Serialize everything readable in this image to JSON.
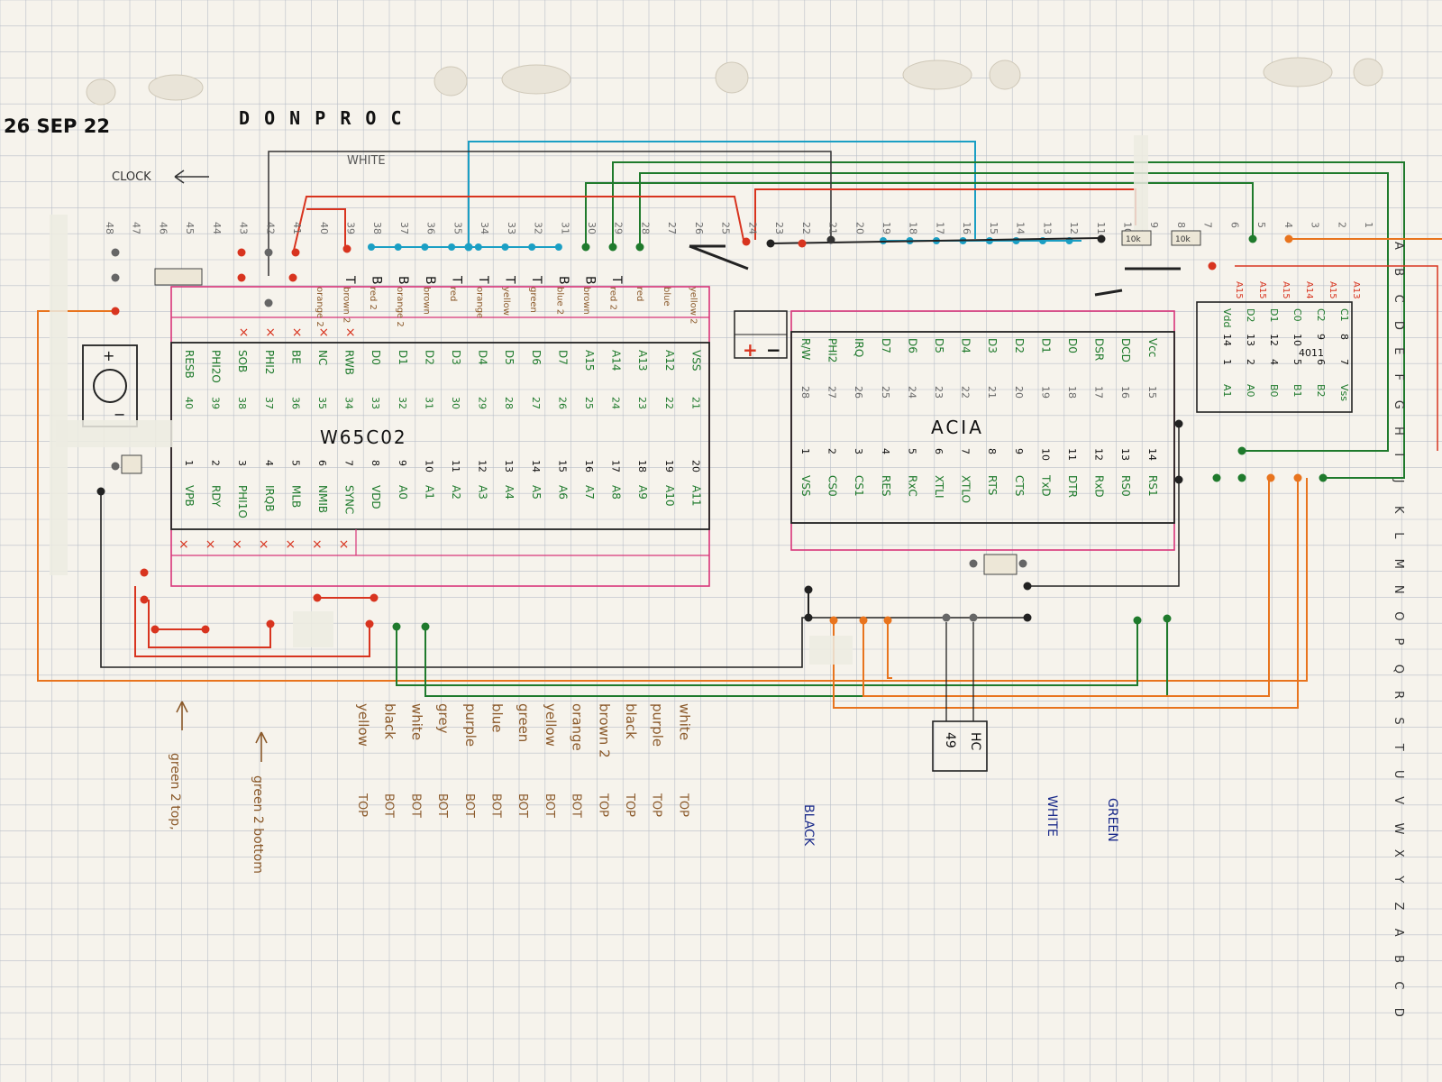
{
  "header": {
    "date": "26 SEP 22",
    "title": "D O N P R O C",
    "clock_label": "CLOCK",
    "white_label": "WHITE"
  },
  "colors": {
    "paper": "#f6f3ec",
    "grid": "#b9bfc9",
    "black": "#1f1f1f",
    "red": "#d8341f",
    "orange": "#e8741e",
    "green": "#1f7a2c",
    "cyan": "#1b9fc4",
    "pink": "#d8357a",
    "pin_num": "#6c6c6c",
    "blue_ink": "#1a2a8a",
    "brown_ink": "#8b5a2b"
  },
  "chips": {
    "cpu": {
      "name": "W65C02",
      "bottom_pins": [
        "1",
        "2",
        "3",
        "4",
        "5",
        "6",
        "7",
        "8",
        "9",
        "10",
        "11",
        "12",
        "13",
        "14",
        "15",
        "16",
        "17",
        "18",
        "19",
        "20"
      ],
      "bottom_signals": [
        "VPB",
        "RDY",
        "PHI1O",
        "IRQB",
        "MLB",
        "NMIB",
        "SYNC",
        "VDD",
        "A0",
        "A1",
        "A2",
        "A3",
        "A4",
        "A5",
        "A6",
        "A7",
        "A8",
        "A9",
        "A10",
        "A11"
      ],
      "top_pins": [
        "40",
        "39",
        "38",
        "37",
        "36",
        "35",
        "34",
        "33",
        "32",
        "31",
        "30",
        "29",
        "28",
        "27",
        "26",
        "25",
        "24",
        "23",
        "22",
        "21"
      ],
      "top_signals": [
        "RESB",
        "PHI2O",
        "SOB",
        "PHI2",
        "BE",
        "NC",
        "RWB",
        "D0",
        "D1",
        "D2",
        "D3",
        "D4",
        "D5",
        "D6",
        "D7",
        "A15",
        "A14",
        "A13",
        "A12",
        "VSS"
      ]
    },
    "acia": {
      "name": "ACIA",
      "bottom_pins": [
        "1",
        "2",
        "3",
        "4",
        "5",
        "6",
        "7",
        "8",
        "9",
        "10",
        "11",
        "12",
        "13",
        "14"
      ],
      "bottom_signals": [
        "VSS",
        "CS0",
        "CS1",
        "RES",
        "RxC",
        "XTLI",
        "XTLO",
        "RTS",
        "CTS",
        "TxD",
        "DTR",
        "RxD",
        "RS0",
        "RS1"
      ],
      "top_pins": [
        "28",
        "27",
        "26",
        "25",
        "24",
        "23",
        "22",
        "21",
        "20",
        "19",
        "18",
        "17",
        "16",
        "15"
      ],
      "top_signals": [
        "R/W",
        "PHI2",
        "IRQ",
        "D7",
        "D6",
        "D5",
        "D4",
        "D3",
        "D2",
        "D1",
        "D0",
        "DSR",
        "DCD",
        "Vcc"
      ]
    },
    "decoder": {
      "name": "4011",
      "rows": [
        [
          "C1",
          "8",
          "7",
          "Vss"
        ],
        [
          "C2",
          "9",
          "6",
          "B2"
        ],
        [
          "C0",
          "10",
          "5",
          "B1"
        ],
        [
          "D1",
          "12",
          "4",
          "B0"
        ],
        [
          "D2",
          "13",
          "2",
          "A0"
        ],
        [
          "Vdd",
          "14",
          "1",
          "A1"
        ]
      ]
    },
    "hc": {
      "name": "HC",
      "num": "49"
    }
  },
  "breadboard": {
    "column_numbers": [
      "48",
      "47",
      "46",
      "45",
      "44",
      "43",
      "42",
      "41",
      "40",
      "39",
      "38",
      "37",
      "36",
      "35",
      "34",
      "33",
      "32",
      "31",
      "30",
      "29",
      "28",
      "27",
      "26",
      "25",
      "24",
      "23",
      "22",
      "21",
      "20",
      "19",
      "18",
      "17",
      "16",
      "15",
      "14",
      "13",
      "12",
      "11",
      "10",
      "9",
      "8",
      "7",
      "6",
      "5",
      "4",
      "3",
      "2",
      "1"
    ],
    "row_letters": [
      "A",
      "B",
      "C",
      "D",
      "E",
      "F",
      "G",
      "H",
      "I",
      "J",
      "K",
      "L",
      "M",
      "N",
      "O",
      "P",
      "Q",
      "R",
      "S",
      "T",
      "U",
      "V",
      "W",
      "X",
      "Y",
      "Z",
      "A",
      "B",
      "C",
      "D"
    ]
  },
  "wire_top_labels": [
    "T",
    "B",
    "B",
    "B",
    "T",
    "T",
    "T",
    "T",
    "B",
    "B",
    "T"
  ],
  "wire_colors_top": [
    "orange 2",
    "brown 2",
    "red 2",
    "orange 2",
    "brown",
    "red",
    "orange",
    "yellow",
    "green",
    "blue 2",
    "brown",
    "red 2",
    "red",
    "blue",
    "yellow 2"
  ],
  "decoder_labels": [
    "A15",
    "A15",
    "A15",
    "A14",
    "A15",
    "A13"
  ],
  "cable_list": [
    {
      "color": "yellow",
      "pos": "TOP"
    },
    {
      "color": "black",
      "pos": "BOT"
    },
    {
      "color": "white",
      "pos": "BOT"
    },
    {
      "color": "grey",
      "pos": "BOT"
    },
    {
      "color": "purple",
      "pos": "BOT"
    },
    {
      "color": "blue",
      "pos": "BOT"
    },
    {
      "color": "green",
      "pos": "BOT"
    },
    {
      "color": "yellow",
      "pos": "BOT"
    },
    {
      "color": "orange",
      "pos": "BOT"
    },
    {
      "color": "brown 2",
      "pos": "TOP"
    },
    {
      "color": "black",
      "pos": "TOP"
    },
    {
      "color": "purple",
      "pos": "TOP"
    },
    {
      "color": "white",
      "pos": "TOP"
    }
  ],
  "left_notes": [
    "green 2 top,",
    "green 2 bottom"
  ],
  "bottom_labels": [
    "BLACK",
    "WHITE",
    "GREEN"
  ],
  "misc": {
    "plus": "+",
    "minus": "−",
    "x_mark": "×",
    "res_label": "10k"
  }
}
